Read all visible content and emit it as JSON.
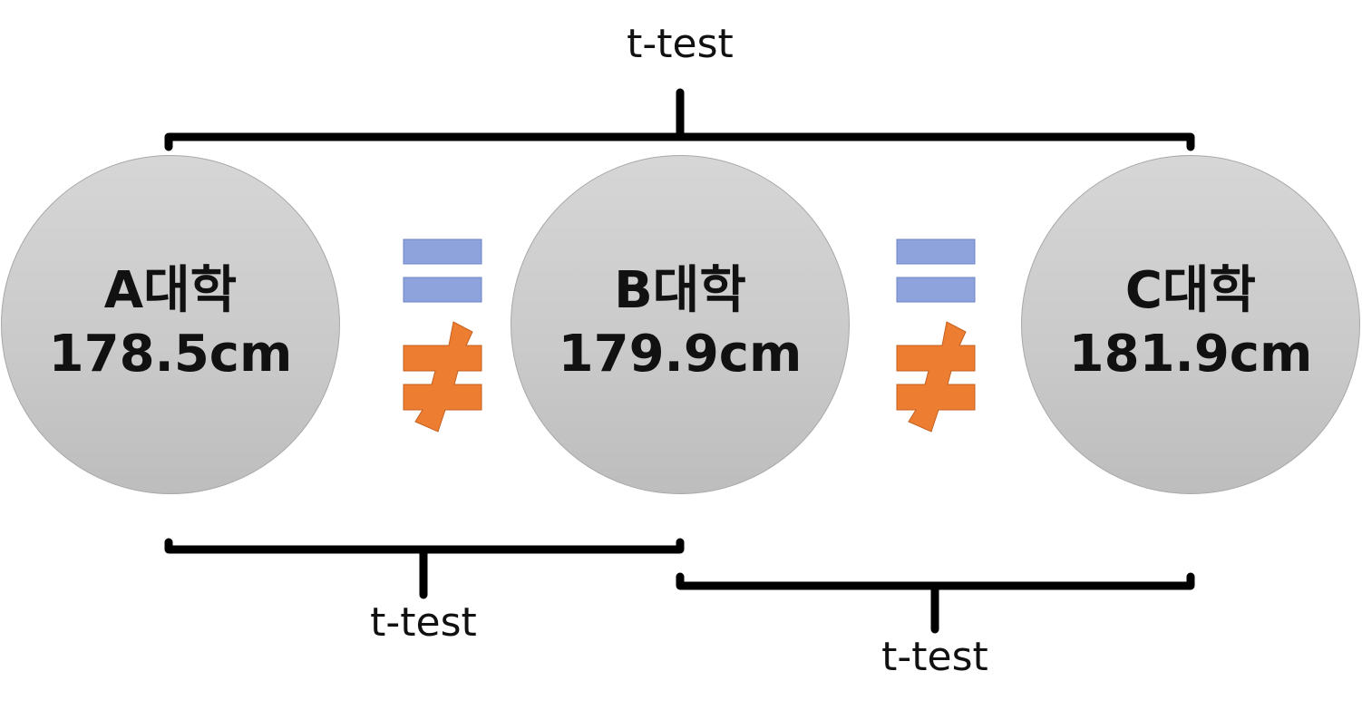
{
  "groups": [
    {
      "name": "A대학",
      "value": "178.5cm"
    },
    {
      "name": "B대학",
      "value": "179.9cm"
    },
    {
      "name": "C대학",
      "value": "181.9cm"
    }
  ],
  "tests": {
    "top": "t-test",
    "bottom_left": "t-test",
    "bottom_right": "t-test"
  },
  "symbols": {
    "equal_icon": "equals-sign",
    "not_equal_icon": "not-equal-sign"
  },
  "colors": {
    "circle_fill": "#cccccc",
    "bracket": "#000000",
    "equal_fill": "#8ea3db",
    "not_equal_fill": "#ed7d31"
  }
}
